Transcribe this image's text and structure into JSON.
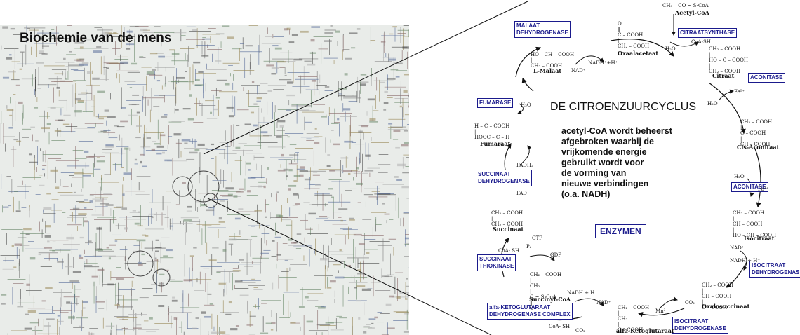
{
  "left_title": "Biochemie van de mens",
  "center": {
    "title": "DE CITROENZUURCYCLUS",
    "description": [
      "acetyl-CoA wordt beheerst",
      "afgebroken waarbij de",
      "vrijkomende energie",
      "gebruikt wordt voor",
      "de vorming van",
      "nieuwe verbindingen",
      "(o.a. NADH)"
    ],
    "enzymen_label": "ENZYMEN"
  },
  "enzymes": {
    "malaat": "MALAAT\nDEHYDROGENASE",
    "citraat": "CITRAATSYNTHASE",
    "aconitase1": "ACONITASE",
    "fumarase": "FUMARASE",
    "succinaat_dh": "SUCCINAAT\nDEHYDROGENASE",
    "aconitase2": "ACONITASE",
    "succinaat_thio": "SUCCINAAT\nTHIOKINASE",
    "isocitraat1": "ISOCITRAAT\nDEHYDROGENASE",
    "alfa_keto": "alfa-KETOGLUTARAAT\nDEHYDROGENASE COMPLEX",
    "isocitraat2": "ISOCITRAAT\nDEHYDROGENASE"
  },
  "metabolites": {
    "acetyl_coa": "Acetyl-CoA",
    "oxaalacetaat": "Oxaalacetaat",
    "citraat": "Citraat",
    "l_malaat": "L-Malaat",
    "fumaraat": "Fumaraat",
    "cis_aconitaat": "Cis-Aconitaat",
    "isocitraat": "Isocitraat",
    "succinaat": "Succinaat",
    "succinyl_coa": "Succinyl-CoA",
    "oxalosuccinaat": "Oxalosuccinaat",
    "alfa_ketoglutaraat": "alfa-Ketoglutaraat"
  },
  "formulas": {
    "acetyl": "CH₃ – CO ~ S-CoA",
    "oxaal": "O\n‖\nC – COOH\n|\nCH₂ – COOH",
    "citr": "CH₂ – COOH\n|\nHO – C – COOH\n|\nCH₂ – COOH",
    "malaat": "HO – CH – COOH\n|\nCH₂ – COOH",
    "fumaraat": "H – C – COOH\n‖\nHOOC – C – H",
    "cis": "CH₂ – COOH\n|\nC – COOH\n‖\nCH – COOH",
    "iso": "CH₂ – COOH\n|\nCH – COOH\n|\nHO – CH – COOH",
    "succ": "CH₂ – COOH\n|\nCH₂ – COOH",
    "succoa": "CH₂ – COOH\n|\nCH₂\n|\nC ~ S-CoA\n‖\nO",
    "oxalo": "CH₂ – COOH\n|\nCH – COOH\n|\nC – COOH",
    "alfak": "CH₂ – COOH\n|\nCH₂\n|\nC – COOH"
  },
  "cofactors": {
    "nadh1": "NADH⁺+H⁺",
    "nad1": "NAD⁺",
    "coash1": "CoA-SH",
    "h2o1": "H₂O",
    "h2o2": "H₂O",
    "fe1": "Fe²⁺",
    "h2o3": "H₂O",
    "fadh2": "FADH₂",
    "fad": "FAD",
    "h2o4": "H₂O",
    "fe2": "Fe²⁺",
    "gtp": "GTP",
    "pi": "Pᵢ",
    "gdp": "GDP",
    "coash2": "CoA- SH",
    "nad2": "NAD⁺",
    "nadh2": "NADH + H⁺",
    "co2_1": "CO₂",
    "mn": "Mn²⁺",
    "nadh3": "NADH + H⁺",
    "nad3": "NAD⁺",
    "coash3": "CoA- SH",
    "co2_2": "CO₂"
  },
  "colors": {
    "enzyme_blue": "#1a1a8c"
  }
}
